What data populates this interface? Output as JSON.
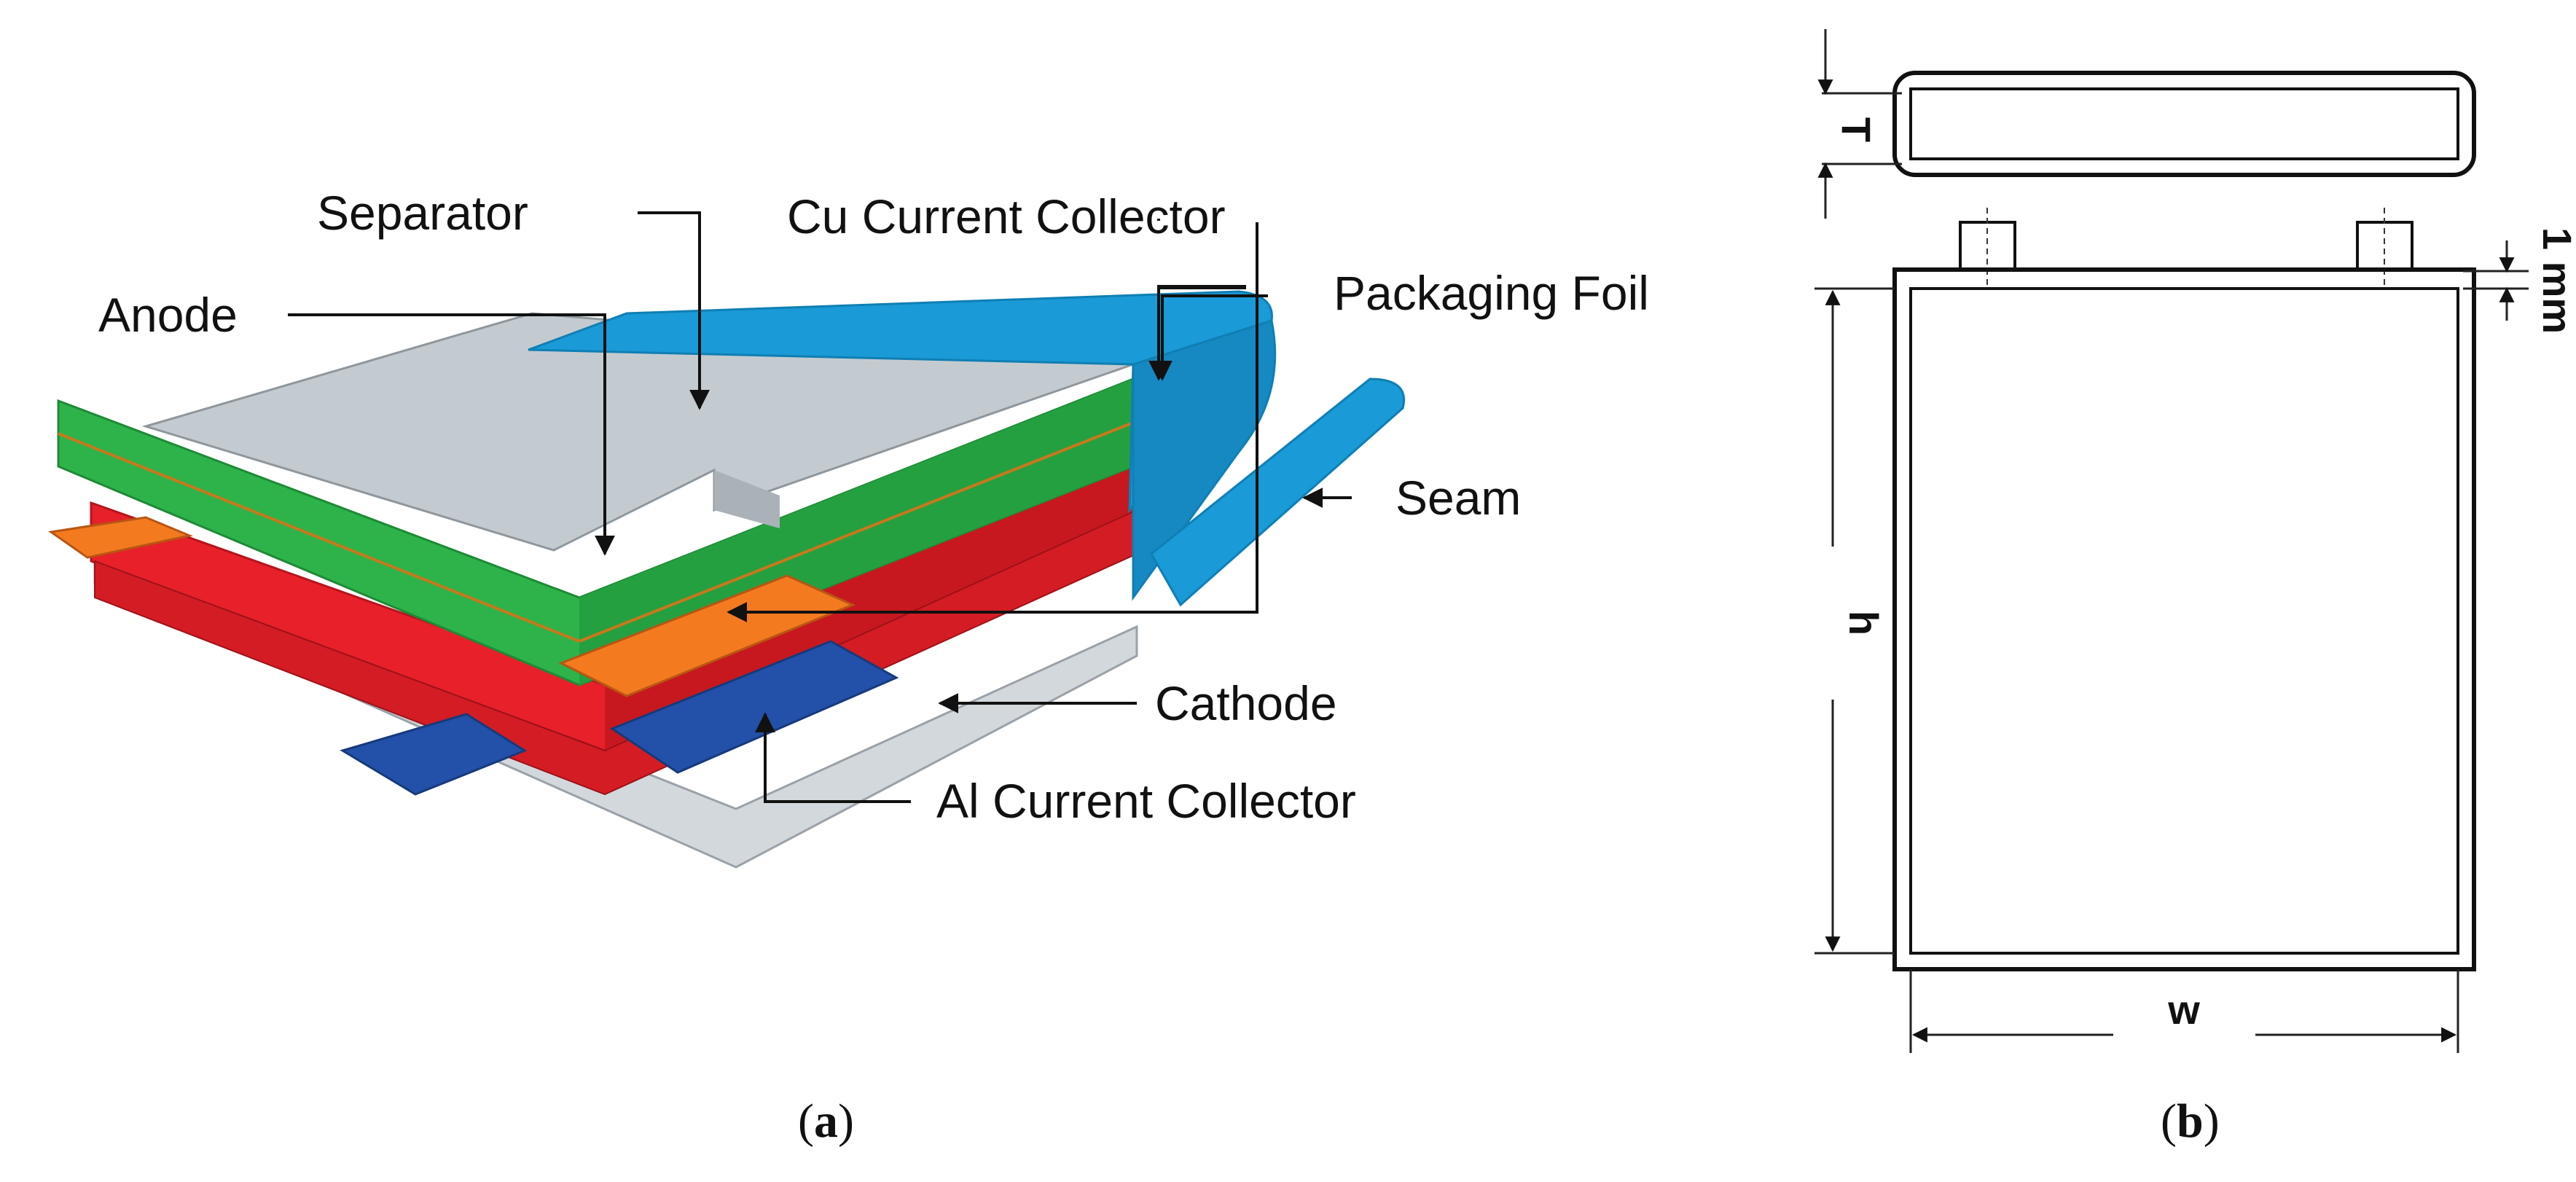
{
  "panel_a": {
    "labels": {
      "separator": "Separator",
      "anode": "Anode",
      "cu_collector": "Cu Current Collector",
      "packaging_foil": "Packaging Foil",
      "seam": "Seam",
      "cathode": "Cathode",
      "al_collector": "Al Current Collector"
    },
    "caption_letter": "a"
  },
  "panel_b": {
    "dims": {
      "thickness": "T",
      "tab_offset": "1 mm",
      "height": "h",
      "width": "w"
    },
    "caption_letter": "b"
  },
  "colors": {
    "packaging": "#1a9ad6",
    "packaging_dark": "#0f7fb4",
    "separator": "#c4cbd0",
    "anode": "#2db34a",
    "anode_dark": "#1f8a37",
    "cathode": "#e8202a",
    "cathode_dark": "#b5151e",
    "cu_tab": "#f47a20",
    "al_tab": "#2350a8"
  }
}
